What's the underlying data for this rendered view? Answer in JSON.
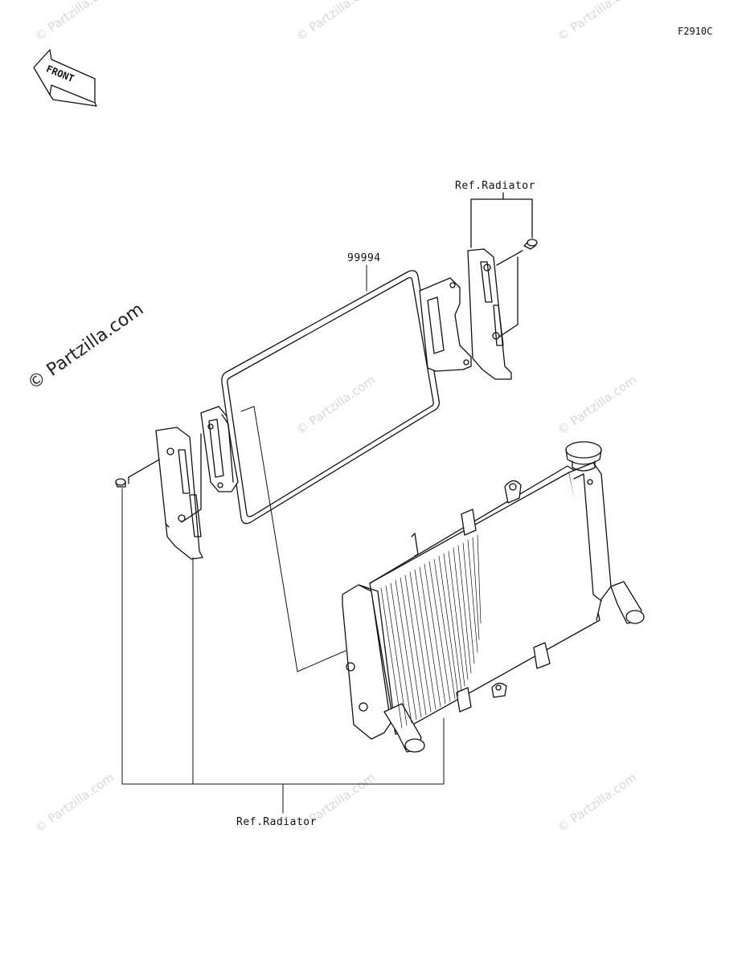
{
  "figure_code": "F2910C",
  "front_badge": "FRONT",
  "part_number": "99994",
  "ref_top": "Ref.Radiator",
  "ref_bottom": "Ref.Radiator",
  "watermark_main": "© Partzilla.com",
  "watermark_faint": "© Partzilla.com",
  "colors": {
    "line": "#111111",
    "watermark": "#d8d8d8"
  }
}
